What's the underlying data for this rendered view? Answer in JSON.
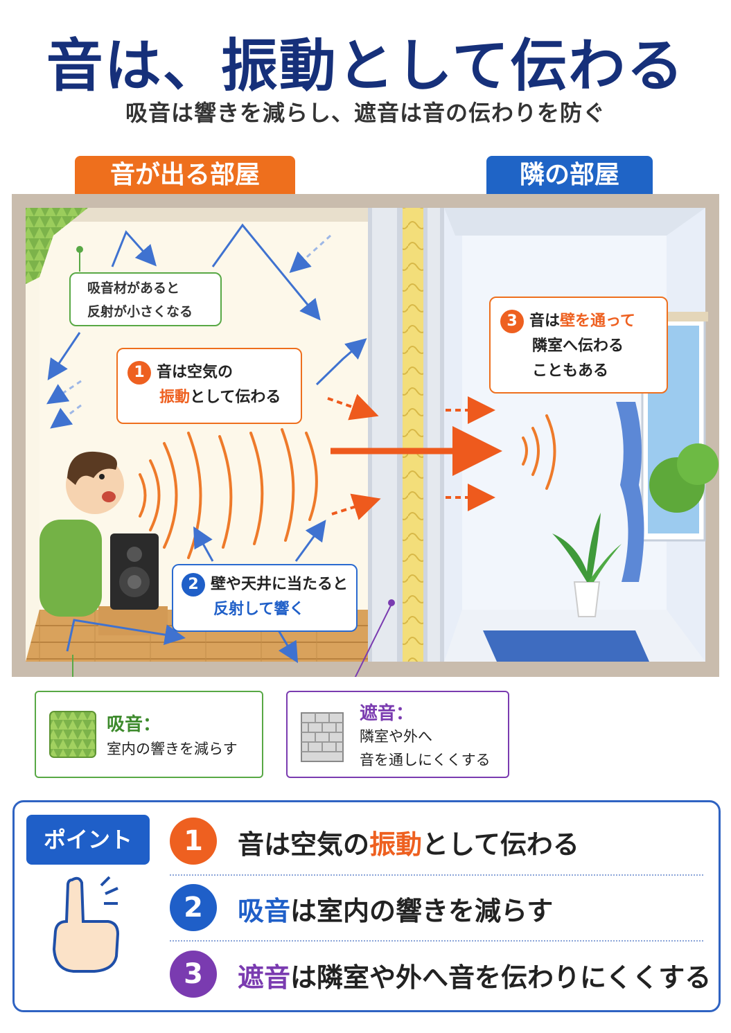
{
  "header": {
    "title": "音は、振動として伝わる",
    "subtitle": "吸音は響きを減らし、遮音は音の伝わりを防ぐ"
  },
  "rooms": {
    "left_label": "音が出る部屋",
    "right_label": "隣の部屋"
  },
  "callouts": {
    "absorb_note": [
      "吸音材があると",
      "反射が小さくなる"
    ],
    "c1": {
      "num": "1",
      "line1": "音は空気の",
      "line2_highlight": "振動",
      "line2_rest": "として伝わる"
    },
    "c2": {
      "num": "2",
      "line1": "壁や天井に当たると",
      "line2_highlight": "反射して響く"
    },
    "c3": {
      "num": "3",
      "line1_pre": "音は",
      "line1_highlight": "壁を通って",
      "line2": "隣室へ伝わる",
      "line3": "こともある"
    }
  },
  "legend": {
    "absorb_title": "吸音：",
    "absorb_desc": "室内の響きを減らす",
    "block_title": "遮音：",
    "block_desc1": "隣室や外へ",
    "block_desc2": "音を通しにくくする"
  },
  "points": {
    "badge": "ポイント",
    "items": [
      {
        "num": "1",
        "pre": "音は空気の",
        "highlight": "振動",
        "post": "として伝わる"
      },
      {
        "num": "2",
        "pre": "",
        "highlight": "吸音",
        "post": "は室内の響きを減らす"
      },
      {
        "num": "3",
        "pre": "",
        "highlight": "遮音",
        "post": "は隣室や外へ音を伝わりにくくする"
      }
    ]
  },
  "colors": {
    "navy": "#16307a",
    "orange": "#ee6f1d",
    "blue": "#1f5fc8",
    "green": "#58a845",
    "purple": "#7a3bb0"
  }
}
